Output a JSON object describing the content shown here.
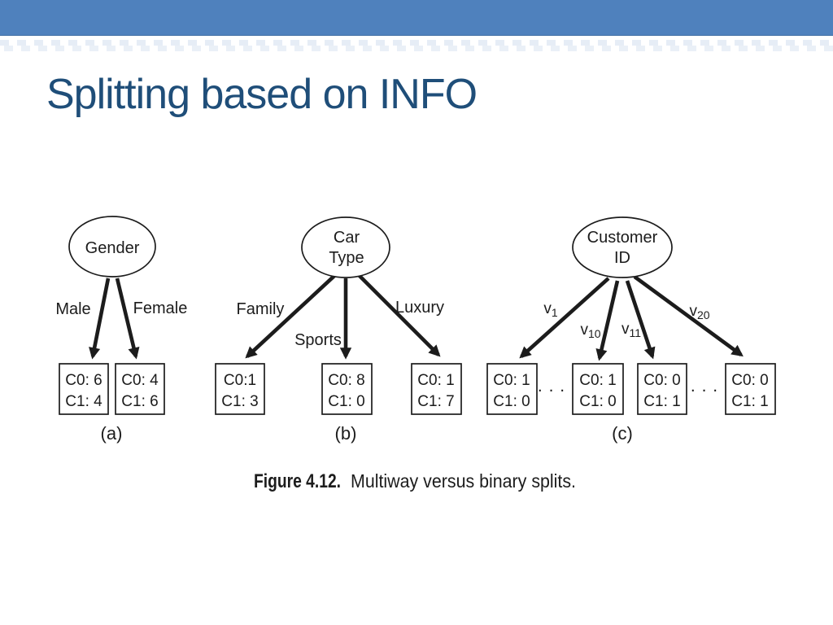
{
  "slide": {
    "title": "Splitting based on INFO"
  },
  "theme": {
    "header_band_color": "#4f81bd",
    "title_color": "#1f4e79",
    "figure_ink_color": "#1c1c1c"
  },
  "figure": {
    "caption": {
      "label": "Figure 4.12.",
      "text": "Multiway versus binary splits."
    },
    "tree_a": {
      "root": "Gender",
      "edge_labels": [
        "Male",
        "Female"
      ],
      "leaves": [
        [
          "C0: 6",
          "C1: 4"
        ],
        [
          "C0: 4",
          "C1: 6"
        ]
      ],
      "sublabel": "(a)"
    },
    "tree_b": {
      "root_line1": "Car",
      "root_line2": "Type",
      "edge_labels": [
        "Family",
        "Sports",
        "Luxury"
      ],
      "leaves": [
        [
          "C0:1",
          "C1: 3"
        ],
        [
          "C0: 8",
          "C1: 0"
        ],
        [
          "C0: 1",
          "C1: 7"
        ]
      ],
      "sublabel": "(b)"
    },
    "tree_c": {
      "root_line1": "Customer",
      "root_line2": "ID",
      "edge_labels": [
        {
          "base": "v",
          "sub": "1"
        },
        {
          "base": "v",
          "sub": "10"
        },
        {
          "base": "v",
          "sub": "11"
        },
        {
          "base": "v",
          "sub": "20"
        }
      ],
      "ellipsis": ". . .",
      "leaves": [
        [
          "C0: 1",
          "C1: 0"
        ],
        [
          "C0: 1",
          "C1: 0"
        ],
        [
          "C0: 0",
          "C1: 1"
        ],
        [
          "C0: 0",
          "C1: 1"
        ]
      ],
      "sublabel": "(c)"
    }
  }
}
